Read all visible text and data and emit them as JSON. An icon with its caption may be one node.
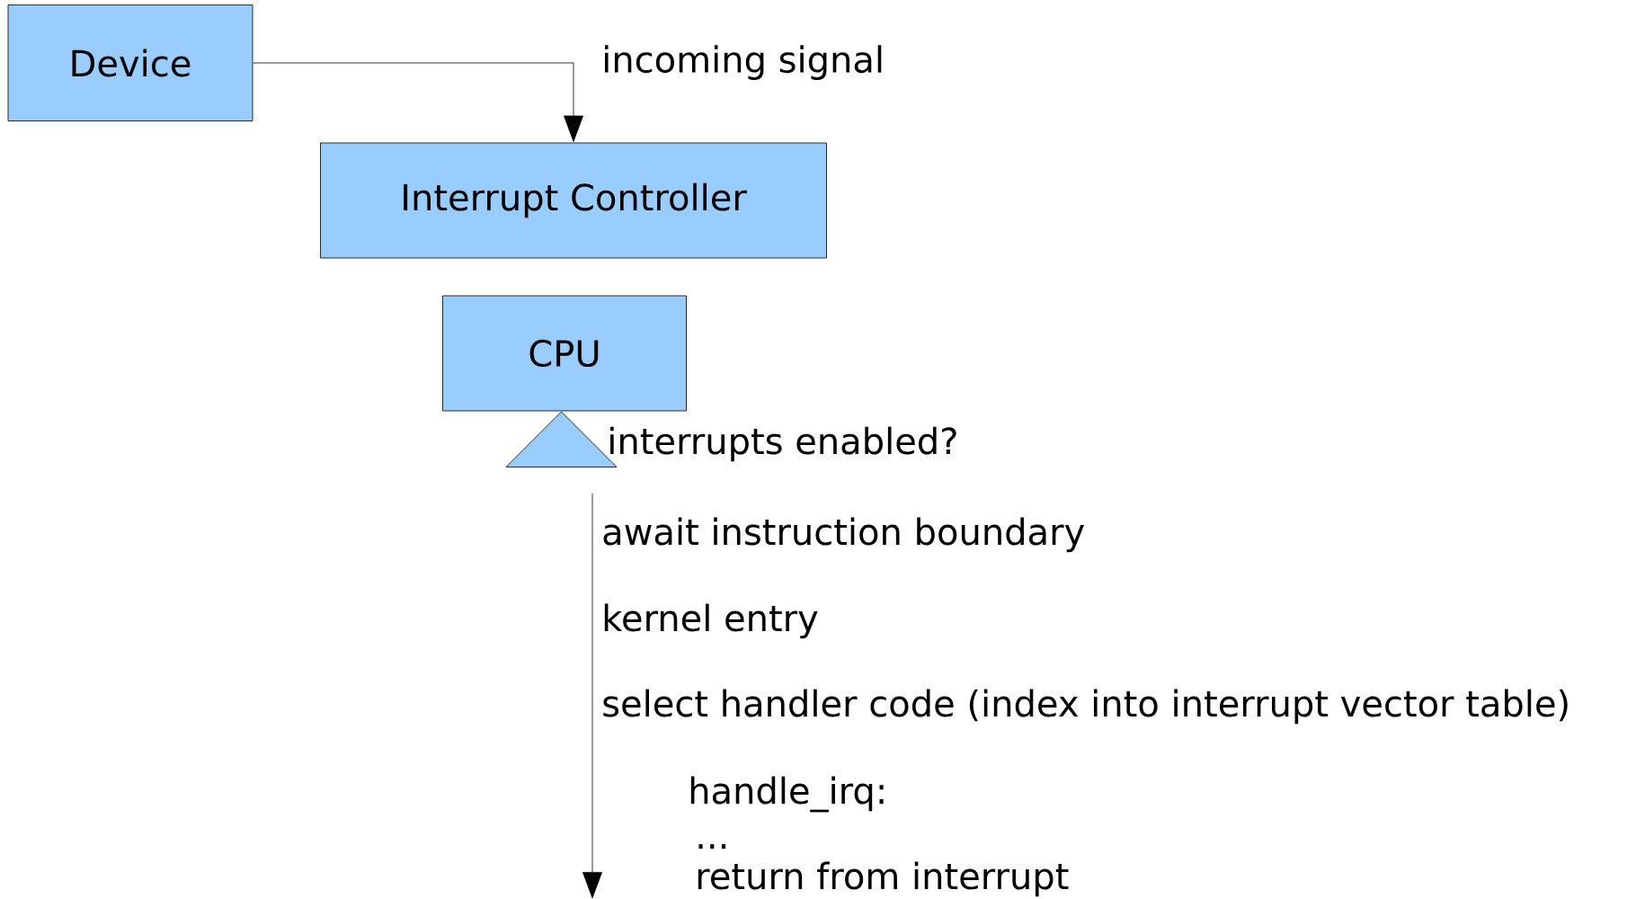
{
  "diagram": {
    "nodes": [
      {
        "text": [
          "Device"
        ]
      },
      {
        "text": [
          "Interrupt Controller"
        ]
      },
      {
        "text": [
          "CPU"
        ]
      },
      {
        "text": [],
        "shape": "triangle",
        "beside": [
          "interrupts enabled?"
        ]
      }
    ],
    "edges": [
      {
        "from": 0,
        "to": 1,
        "arrow": "to",
        "label": "incoming signal"
      }
    ],
    "labels": [
      "await instruction boundary",
      "kernel entry",
      "select handler code (index into interrupt vector table)",
      "handle_irq:",
      "...",
      "return from interrupt"
    ]
  }
}
